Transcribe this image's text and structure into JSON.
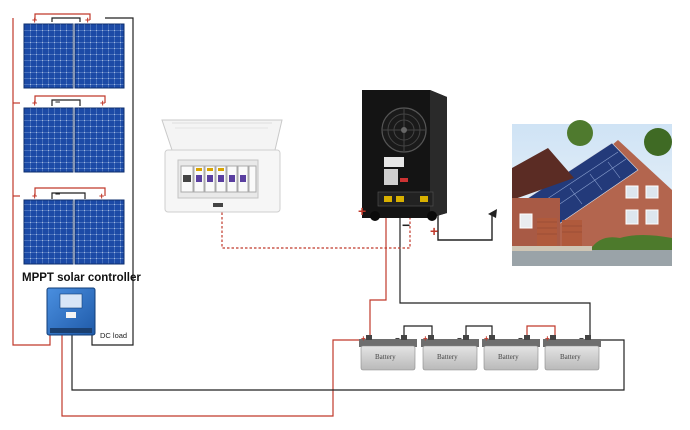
{
  "controller": {
    "label": "MPPT solar controller"
  },
  "dc_load": {
    "label": "DC load"
  },
  "batteries": [
    {
      "label": "Battery"
    },
    {
      "label": "Battery"
    },
    {
      "label": "Battery"
    },
    {
      "label": "Battery"
    }
  ],
  "polarity": {
    "positive": "+",
    "negative": "−"
  },
  "colors": {
    "positive_wire": "#c0392b",
    "negative_wire": "#222222",
    "solar_cell": "#1f4fa8",
    "inverter_body": "#141414",
    "controller_body": "#2f72c0"
  }
}
